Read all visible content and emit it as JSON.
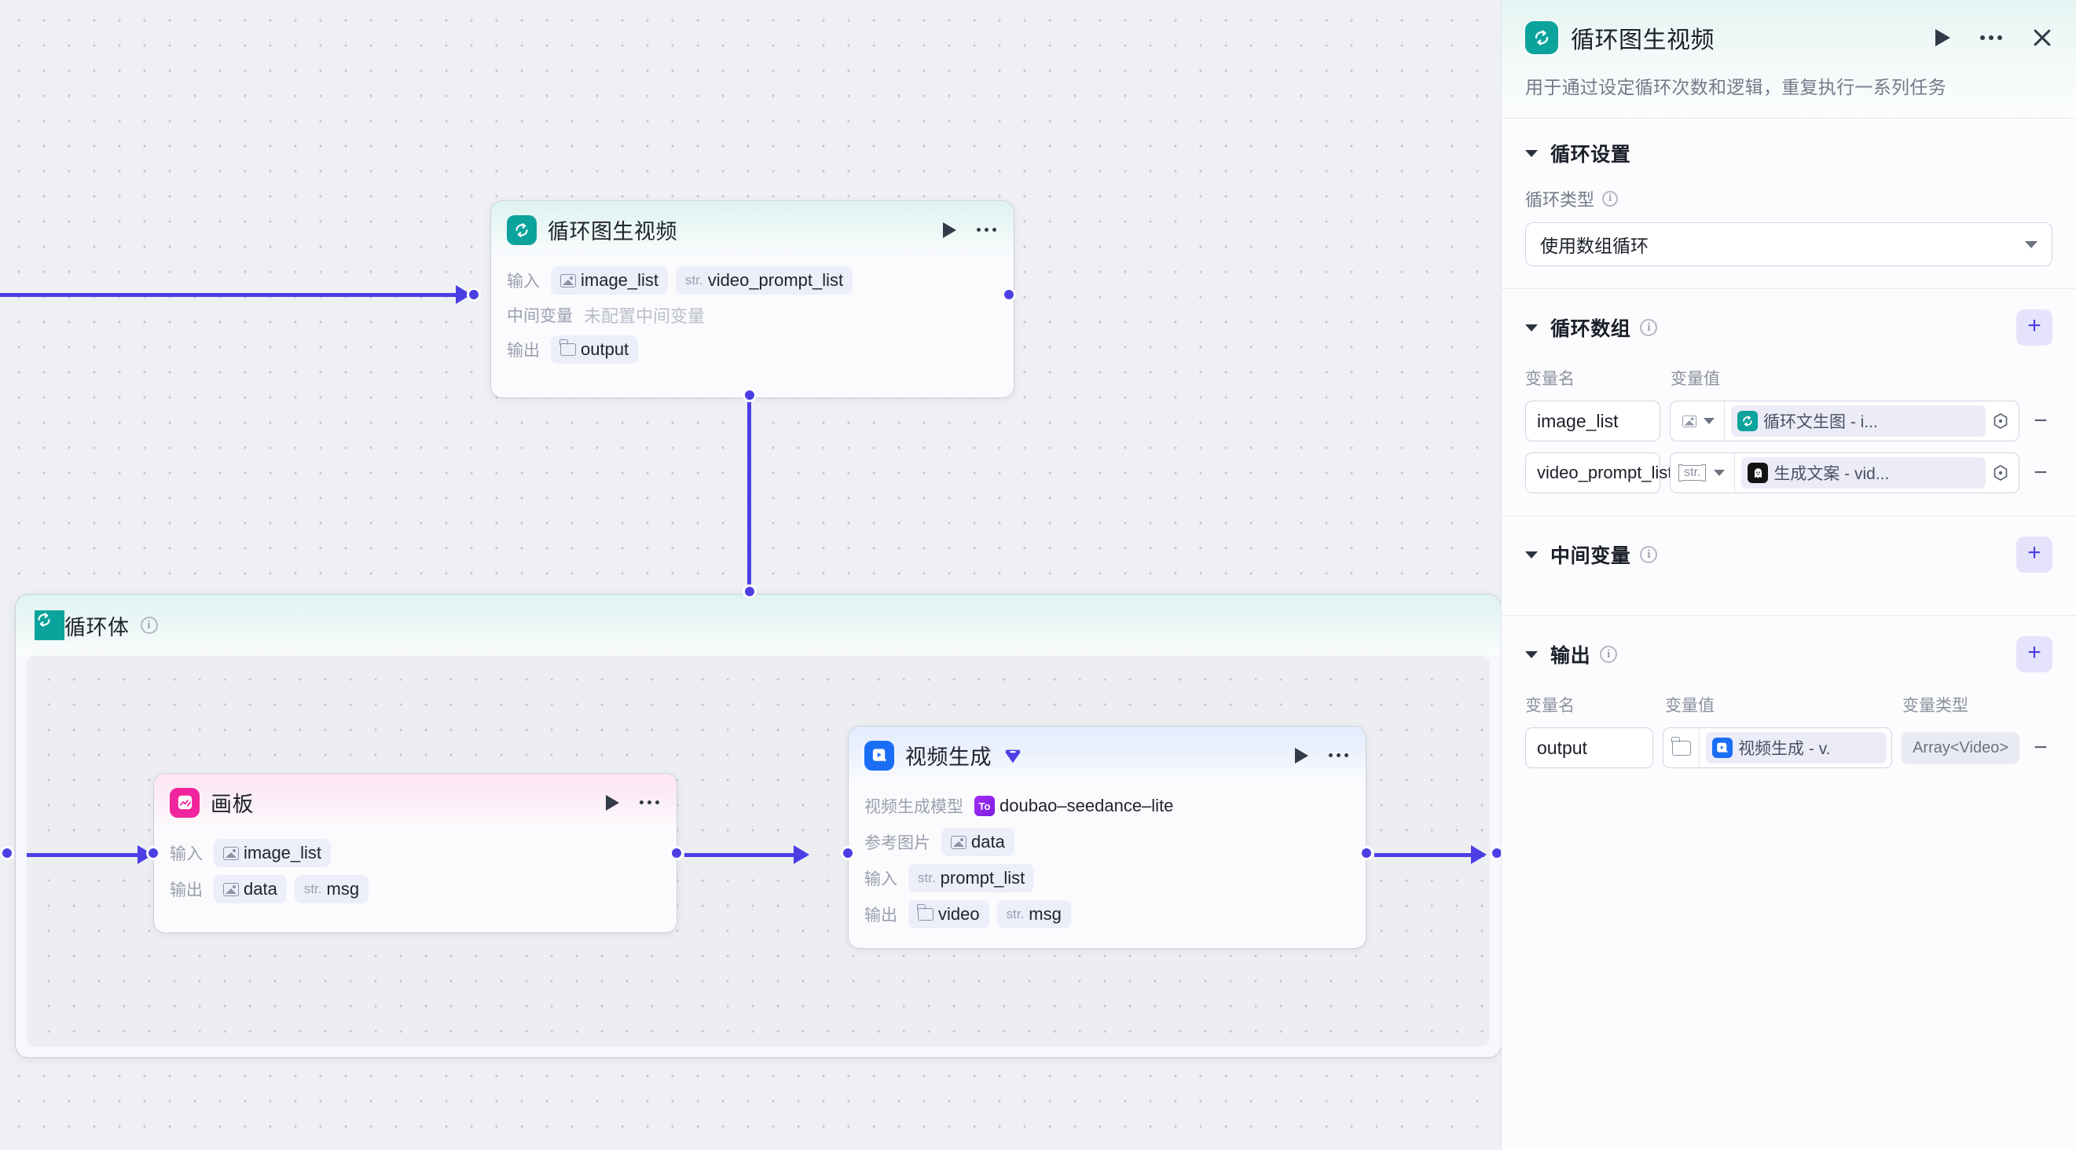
{
  "canvas": {
    "main_node": {
      "title": "循环图生视频",
      "icon": "loop-icon",
      "rows": [
        {
          "label": "输入",
          "chips": [
            {
              "prefix": "",
              "glyph": "image",
              "text": "image_list"
            },
            {
              "prefix": "str.",
              "glyph": "",
              "text": "video_prompt_list"
            }
          ]
        },
        {
          "label": "中间变量",
          "placeholder": "未配置中间变量"
        },
        {
          "label": "输出",
          "chips": [
            {
              "prefix": "",
              "glyph": "folder",
              "text": "output"
            }
          ]
        }
      ]
    },
    "loop_body": {
      "title": "循环体",
      "icon": "loop-icon",
      "nodes": [
        {
          "title": "画板",
          "icon": "canvas-icon",
          "rows": [
            {
              "label": "输入",
              "chips": [
                {
                  "glyph": "image",
                  "text": "image_list"
                }
              ]
            },
            {
              "label": "输出",
              "chips": [
                {
                  "glyph": "image",
                  "text": "data"
                },
                {
                  "prefix": "str.",
                  "text": "msg"
                }
              ]
            }
          ]
        },
        {
          "title": "视频生成",
          "icon": "video-gen-icon",
          "badge": "diamond-badge",
          "rows": [
            {
              "label": "视频生成模型",
              "chips": [
                {
                  "glyph": "model",
                  "text": "doubao–seedance–lite",
                  "plain": true
                }
              ]
            },
            {
              "label": "参考图片",
              "chips": [
                {
                  "glyph": "image",
                  "text": "data"
                }
              ]
            },
            {
              "label": "输入",
              "chips": [
                {
                  "prefix": "str.",
                  "text": "prompt_list"
                }
              ]
            },
            {
              "label": "输出",
              "chips": [
                {
                  "glyph": "folder",
                  "text": "video"
                },
                {
                  "prefix": "str.",
                  "text": "msg"
                }
              ]
            }
          ]
        }
      ]
    }
  },
  "panel": {
    "title": "循环图生视频",
    "description": "用于通过设定循环次数和逻辑，重复执行一系列任务",
    "sections": {
      "settings": {
        "title": "循环设置",
        "loop_type_label": "循环类型",
        "loop_type_value": "使用数组循环"
      },
      "loop_array": {
        "title": "循环数组",
        "add_label": "+",
        "col_name": "变量名",
        "col_value": "变量值",
        "rows": [
          {
            "name": "image_list",
            "type": "[img]",
            "ref": "循环文生图 - i...",
            "ref_icon": "loop-icon",
            "remove": "−"
          },
          {
            "name": "video_prompt_list",
            "type": "[str.]",
            "ref": "生成文案 - vid...",
            "ref_icon": "ghost-icon",
            "remove": "−"
          }
        ]
      },
      "intermediate": {
        "title": "中间变量",
        "add_label": "+"
      },
      "output": {
        "title": "输出",
        "add_label": "+",
        "col_name": "变量名",
        "col_value": "变量值",
        "col_type": "变量类型",
        "rows": [
          {
            "name": "output",
            "ref": "视频生成 - v.",
            "ref_icon": "video-gen-icon",
            "type": "Array<Video>",
            "remove": "−"
          }
        ]
      }
    }
  },
  "colors": {
    "teal": "#0ca39c",
    "indigo": "#4b3fe4",
    "pink": "#f0249c",
    "blue": "#1a6ef5",
    "purple": "#9b2bf0"
  }
}
